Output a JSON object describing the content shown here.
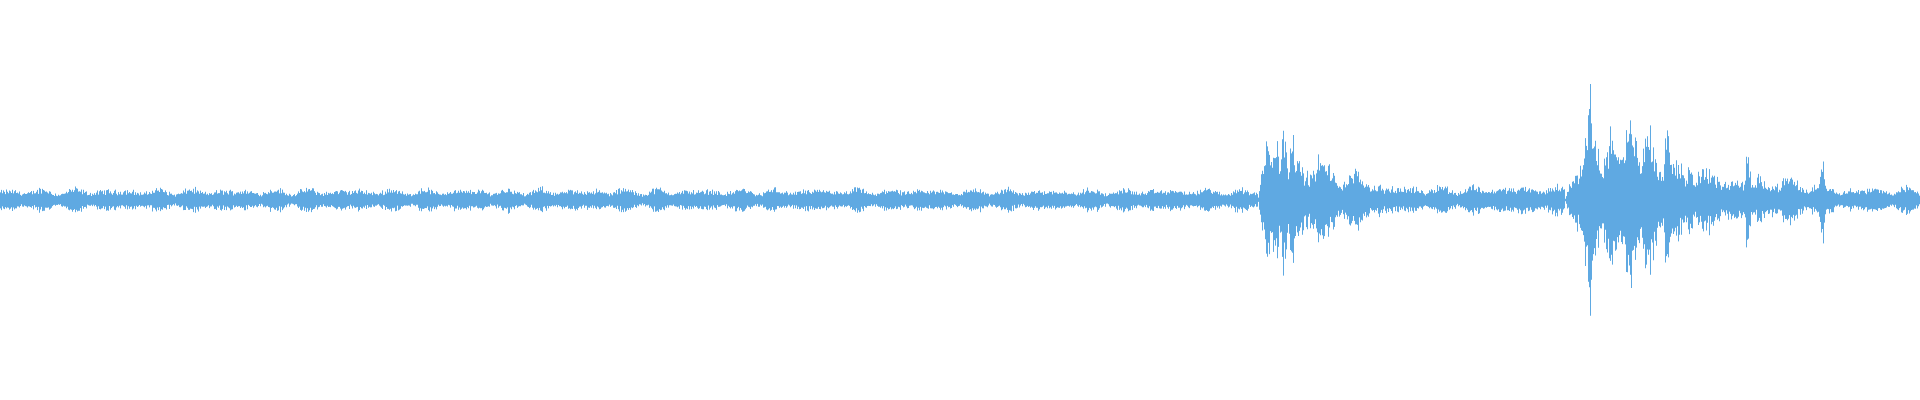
{
  "waveform": {
    "color": "#5fa9e2",
    "background": "#ffffff",
    "duration_fraction_segments": [
      {
        "start": 0.0,
        "end": 0.655,
        "level": 0.08,
        "style": "steady-noise"
      },
      {
        "start": 0.655,
        "end": 0.675,
        "level": 0.62,
        "style": "burst-attack"
      },
      {
        "start": 0.675,
        "end": 0.72,
        "level": 0.32,
        "style": "decay"
      },
      {
        "start": 0.72,
        "end": 0.815,
        "level": 0.1,
        "style": "steady-noise"
      },
      {
        "start": 0.815,
        "end": 0.865,
        "level": 0.68,
        "style": "burst-attack"
      },
      {
        "start": 0.865,
        "end": 0.915,
        "level": 0.3,
        "style": "decay"
      },
      {
        "start": 0.915,
        "end": 0.955,
        "level": 0.18,
        "style": "tail"
      },
      {
        "start": 0.955,
        "end": 1.0,
        "level": 0.09,
        "style": "steady-noise"
      }
    ],
    "peaks": [
      {
        "at": 0.668,
        "level": 0.72
      },
      {
        "at": 0.673,
        "level": 0.55
      },
      {
        "at": 0.686,
        "level": 0.38
      },
      {
        "at": 0.868,
        "level": 0.78
      },
      {
        "at": 0.88,
        "level": 0.62
      },
      {
        "at": 0.91,
        "level": 0.5
      },
      {
        "at": 0.949,
        "level": 0.32
      }
    ]
  }
}
